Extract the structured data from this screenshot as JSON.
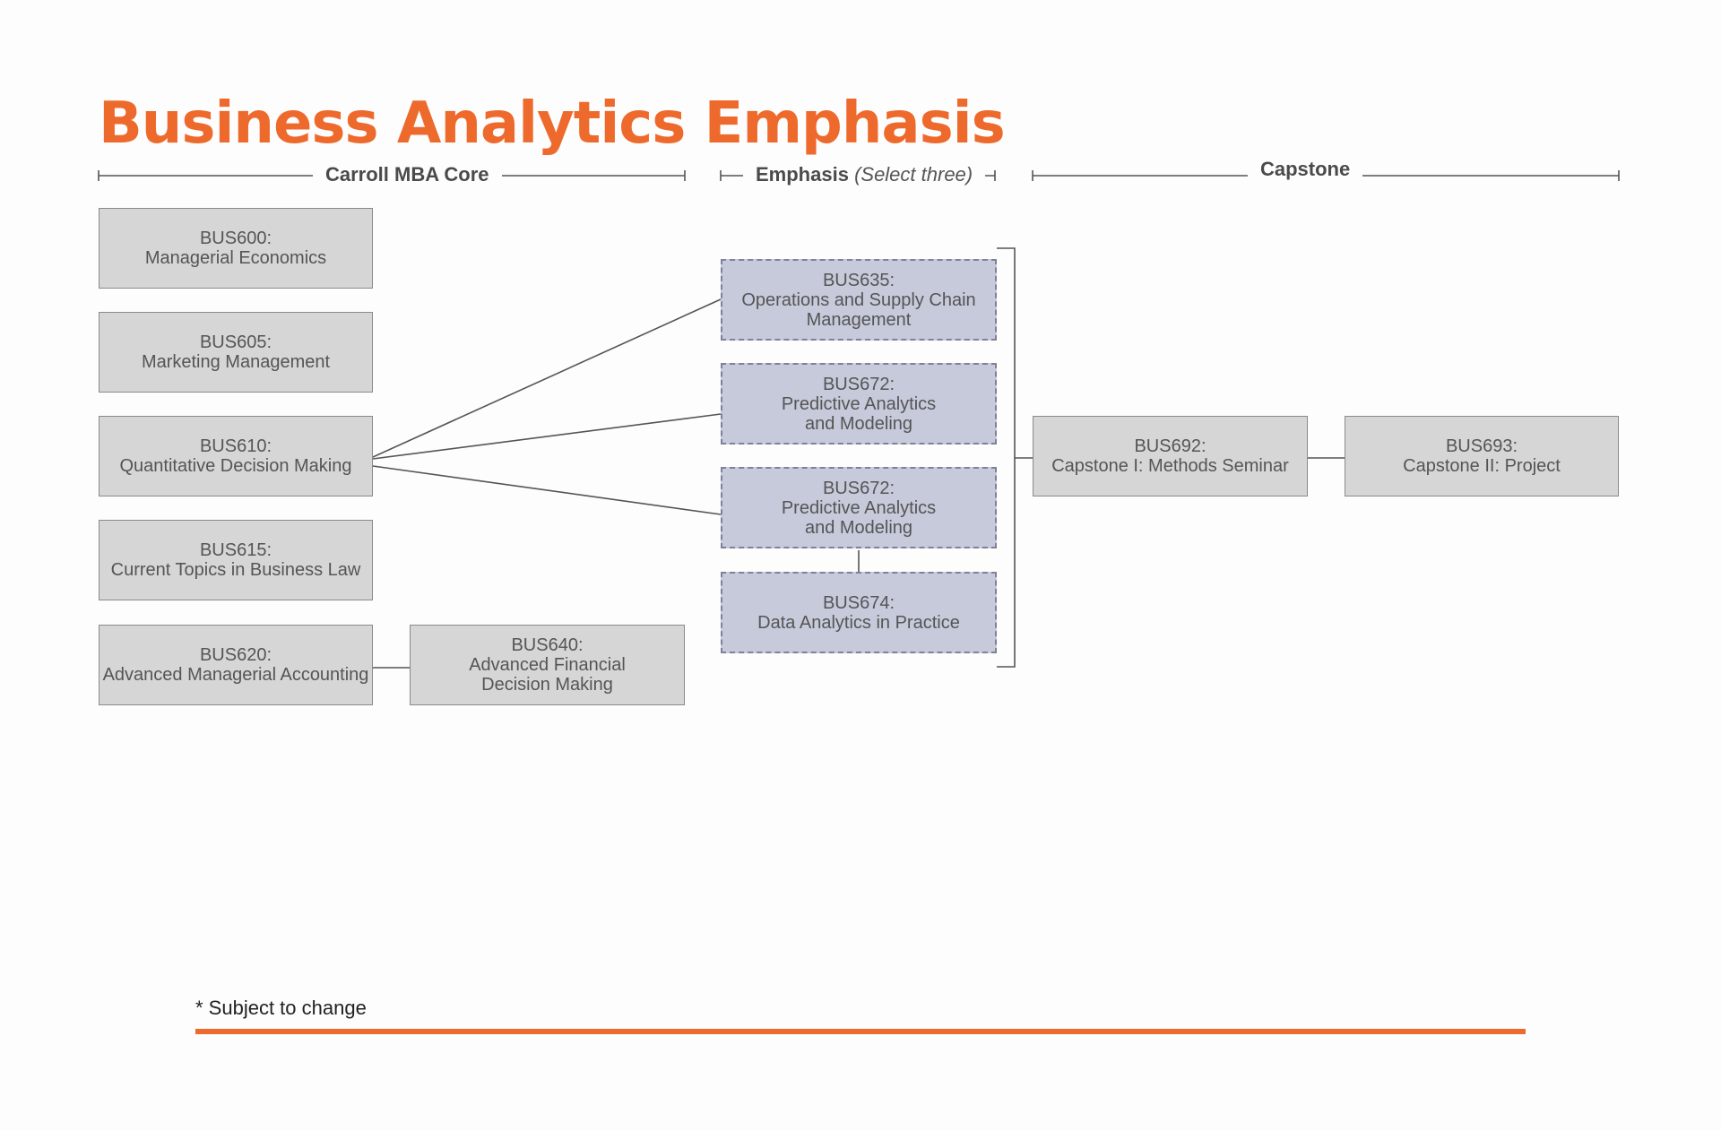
{
  "title": "Business Analytics Emphasis",
  "sections": {
    "core": "Carroll MBA Core",
    "emphasis": "Emphasis",
    "emphasis_note": "(Select three)",
    "capstone": "Capstone"
  },
  "core_courses": [
    {
      "code": "BUS600:",
      "name": "Managerial Economics"
    },
    {
      "code": "BUS605:",
      "name": "Marketing Management"
    },
    {
      "code": "BUS610:",
      "name": "Quantitative Decision Making"
    },
    {
      "code": "BUS615:",
      "name": "Current Topics in Business Law"
    },
    {
      "code": "BUS620:",
      "name": "Advanced Managerial Accounting"
    }
  ],
  "bus640": {
    "code": "BUS640:",
    "line1": "Advanced Financial",
    "line2": "Decision Making"
  },
  "emphasis_courses": [
    {
      "code": "BUS635:",
      "line1": "Operations and Supply Chain",
      "line2": "Management"
    },
    {
      "code": "BUS672:",
      "line1": "Predictive Analytics",
      "line2": "and Modeling"
    },
    {
      "code": "BUS672:",
      "line1": "Predictive Analytics",
      "line2": "and Modeling"
    },
    {
      "code": "BUS674:",
      "line1": "Data Analytics in Practice",
      "line2": ""
    }
  ],
  "capstone_courses": [
    {
      "code": "BUS692:",
      "name": "Capstone I: Methods Seminar"
    },
    {
      "code": "BUS693:",
      "name": "Capstone II: Project"
    }
  ],
  "footnote": "* Subject to change",
  "colors": {
    "accent": "#ee6a2c",
    "core_fill": "#d6d6d6",
    "emphasis_fill": "#c6cadb",
    "line": "#555555"
  }
}
